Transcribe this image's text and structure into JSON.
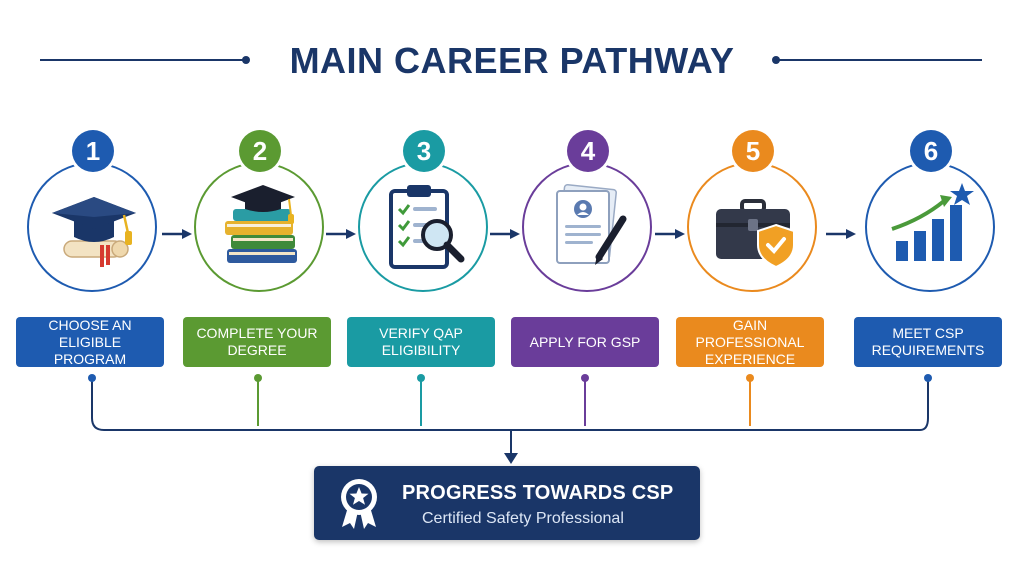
{
  "title": "MAIN CAREER PATHWAY",
  "colors": {
    "navy": "#1a3668",
    "blue": "#1e5bb0",
    "green": "#5b9a32",
    "teal": "#1a9ba3",
    "purple": "#6a3d9a",
    "orange": "#ea8a1e"
  },
  "steps": [
    {
      "number": "1",
      "label": "CHOOSE AN ELIGIBLE PROGRAM",
      "icon": "graduation-cap-diploma-icon",
      "color": "#1e5bb0"
    },
    {
      "number": "2",
      "label": "COMPLETE YOUR DEGREE",
      "icon": "stacked-books-cap-icon",
      "color": "#5b9a32"
    },
    {
      "number": "3",
      "label": "VERIFY QAP ELIGIBILITY",
      "icon": "checklist-magnifier-icon",
      "color": "#1a9ba3"
    },
    {
      "number": "4",
      "label": "APPLY FOR GSP",
      "icon": "application-form-pen-icon",
      "color": "#6a3d9a"
    },
    {
      "number": "5",
      "label": "GAIN PROFESSIONAL EXPERIENCE",
      "icon": "briefcase-shield-icon",
      "color": "#ea8a1e"
    },
    {
      "number": "6",
      "label": "MEET CSP REQUIREMENTS",
      "icon": "growth-chart-star-icon",
      "color": "#1e5bb0"
    }
  ],
  "progress": {
    "title": "PROGRESS TOWARDS CSP",
    "subtitle": "Certified Safety Professional",
    "icon": "award-ribbon-icon"
  }
}
